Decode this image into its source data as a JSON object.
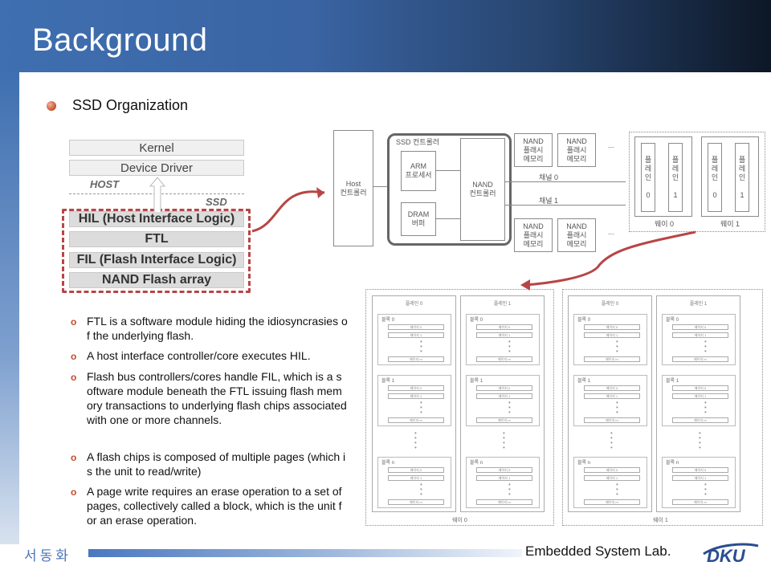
{
  "slide": {
    "title": "Background",
    "main_bullet": "SSD Organization",
    "footer_left": "서동화",
    "footer_right": "Embedded System Lab.",
    "logo_text": "DKU"
  },
  "stack": {
    "layers": [
      "Kernel",
      "Device Driver",
      "HIL (Host Interface Logic)",
      "FTL",
      "FIL (Flash Interface Logic)",
      "NAND Flash array"
    ],
    "host_label": "HOST",
    "ssd_label": "SSD"
  },
  "bullets_a": [
    "FTL is a software module hiding the idiosyncrasies of the underlying flash.",
    "A host interface controller/core executes HIL.",
    "Flash bus controllers/cores handle FIL, which is a software module beneath the FTL issuing flash memory transactions to underlying flash chips associated with one or more channels."
  ],
  "bullets_b": [
    "A flash chips is composed of multiple pages (which is the unit to read/write)",
    "A page write requires an erase operation to a set of pages, collectively called a block, which is the unit for an erase operation."
  ],
  "ssd_diagram": {
    "host": "Host\n컨트롤러",
    "controller_title": "SSD 컨트롤러",
    "arm": "ARM\n프로세서",
    "dram": "DRAM\n버퍼",
    "nand_ctrl": "NAND\n컨트롤러",
    "nand_chip": "NAND\n플래시\n메모리",
    "channel0": "채널 0",
    "channel1": "채널 1",
    "ellipsis": "...",
    "plane_a": "플\n레\n인\n\n0",
    "plane_b": "플\n레\n인\n\n1",
    "way0": "웨이 0",
    "way1": "웨이 1"
  },
  "die_diagram": {
    "plane0": "플레인 0",
    "plane1": "플레인 1",
    "block0": "블록 0",
    "block1": "블록 1",
    "blockn": "블록 n",
    "page0": "페이지 0",
    "page1": "페이지 1",
    "pagem": "페이지 m",
    "way0": "웨이 0",
    "way1": "웨이 1"
  },
  "colors": {
    "accent_red": "#b84545",
    "title_blue": "#3f6fb0"
  }
}
